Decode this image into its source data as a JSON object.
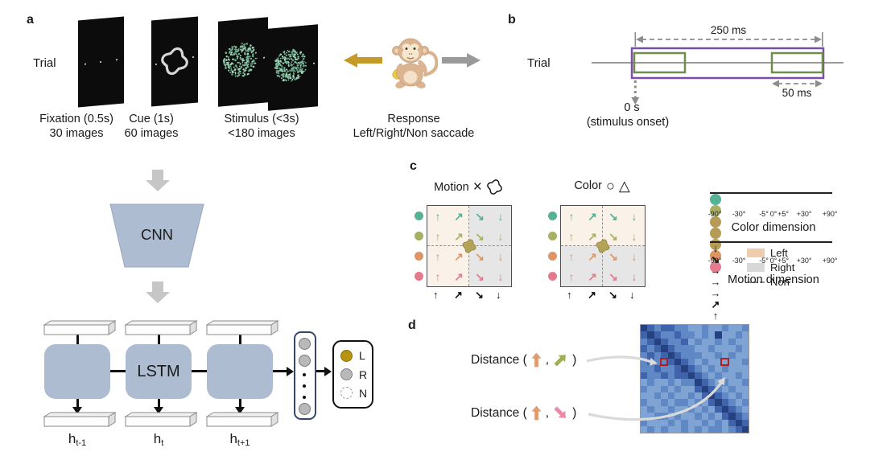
{
  "panel_a": {
    "label": "a",
    "trial_label": "Trial",
    "fixation": {
      "caption1": "Fixation (0.5s)",
      "caption2": "30 images"
    },
    "cue": {
      "caption1": "Cue (1s)",
      "caption2": "60 images"
    },
    "stimulus": {
      "caption1": "Stimulus (<3s)",
      "caption2": "<180 images"
    },
    "response": {
      "caption1": "Response",
      "caption2": "Left/Right/Non saccade"
    },
    "cnn_label": "CNN",
    "lstm_label": "LSTM",
    "hidden_states": [
      {
        "base": "h",
        "sub": "t-1"
      },
      {
        "base": "h",
        "sub": "t"
      },
      {
        "base": "h",
        "sub": "t+1"
      }
    ],
    "outputs": [
      {
        "label": "L",
        "style": "gold"
      },
      {
        "label": "R",
        "style": "gray"
      },
      {
        "label": "N",
        "style": "dashed"
      }
    ]
  },
  "panel_b": {
    "label": "b",
    "trial_label": "Trial",
    "total_duration": "250 ms",
    "bin_duration": "50 ms",
    "onset_time": "0 s",
    "onset_caption": "(stimulus onset)"
  },
  "panel_c": {
    "label": "c",
    "motion_grid_title": "Motion",
    "color_grid_title": "Color",
    "times_icon": "×",
    "circle_icon": "○",
    "triangle_icon": "△",
    "grid_row_colors": [
      "#56b294",
      "#a8b163",
      "#de9665",
      "#e27b8d"
    ],
    "grid_col_arrows": [
      "↑",
      "↗",
      "↘",
      "↓"
    ],
    "axis_arrows": [
      "↑",
      "↗",
      "↘",
      "↓"
    ],
    "legend": [
      {
        "label": "Left",
        "color": "#efccae",
        "style": "solid"
      },
      {
        "label": "Right",
        "color": "#d8d8d8",
        "style": "solid"
      },
      {
        "label": "Non",
        "color": "#9a9a9a",
        "style": "dashed"
      }
    ],
    "color_dimension": {
      "title": "Color dimension",
      "ticks": [
        "-90°",
        "-30°",
        "-5°",
        "0°",
        "+5°",
        "+30°",
        "+90°"
      ],
      "dot_colors": [
        "#56b294",
        "#a8b163",
        "#b59b55",
        "#b59b55",
        "#b59b55",
        "#de9665",
        "#e27b8d"
      ]
    },
    "motion_dimension": {
      "title": "Motion dimension",
      "ticks": [
        "-90°",
        "-30°",
        "-5°",
        "0°",
        "+5°",
        "+30°",
        "+90°"
      ],
      "arrows": [
        "↓",
        "↘",
        "→",
        "→",
        "→",
        "↗",
        "↑"
      ]
    }
  },
  "panel_d": {
    "label": "d",
    "distance_rows": [
      {
        "prefix": "Distance (",
        "comma": ",",
        "suffix": ")",
        "arrow1": "orange-up",
        "arrow2": "olive-ne"
      },
      {
        "prefix": "Distance (",
        "comma": ",",
        "suffix": ")",
        "arrow1": "orange-up",
        "arrow2": "pink-se"
      }
    ],
    "heatmap": {
      "rows": [
        "4323322112112112",
        "3432232212141121",
        "2343223121121211",
        "3234322211211121",
        "2323432221121211",
        "2322343212111112",
        "2232234321212111",
        "3223233432121121",
        "1211212243212112",
        "2112121134321211",
        "1121211213432121",
        "2112122121343212",
        "1211211212134321",
        "1122121121213432",
        "2111212112121343",
        "1212112121221234"
      ],
      "palette": [
        "#a9c3e4",
        "#7fa4d3",
        "#5f88c5",
        "#3f64ab",
        "#26417f"
      ],
      "highlight_cells": [
        [
          5,
          3
        ],
        [
          5,
          12
        ]
      ]
    }
  },
  "colors": {
    "screen_bg": "#0c0c0c",
    "stim_dots": "#8fc9ab",
    "cnn_block": "#aebcd2",
    "flow_arrow": "#c6c6c6",
    "left_arrow_gold": "#c49b28",
    "right_arrow_gray": "#9a9a9a",
    "timeline_purple": "#7a4fa5",
    "window_green": "#6f8d4b",
    "output_gold": "#b8930d",
    "output_gray": "#b9b9b9",
    "vector_border": "#36466e",
    "grid_left_bg": "#faf1e8",
    "grid_right_bg": "#e6e6e6",
    "center_marker_tan": "#b0a052",
    "connector_gray": "#dadada",
    "dist_orange": "#e19a6e",
    "dist_olive": "#a3ad58",
    "dist_pink": "#ea8aa4",
    "highlight_red": "#b21f1f"
  }
}
